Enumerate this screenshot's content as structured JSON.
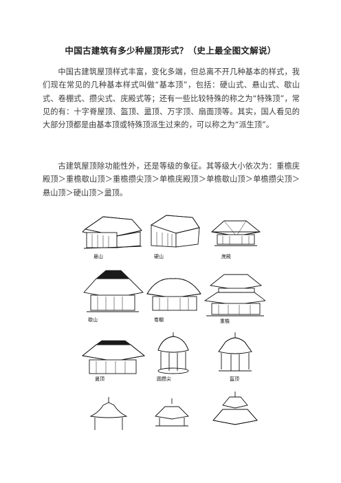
{
  "article": {
    "title": "中国古建筑有多少种屋顶形式？（史上最全图文解说）",
    "paragraph1": "中国古建筑屋顶样式丰富，变化多端，但总离不开几种基本的样式，我们现在常见的几种基本样式叫做“基本顶”，包括：硬山式、悬山式、歇山式、卷棚式、攒尖式、庑殿式等；还有一些比较特殊的称之为“特殊顶”，常见的有：十字脊屋顶、盔顶、盝顶、万字顶、扇面顶等。其实，国人看见的大部分顶都是由基本顶或特殊顶派生过来的，可以称之为“派生顶”。",
    "paragraph2": "古建筑屋顶除功能性外，还是等级的象征。其等级大小依次为：重檐庑殿顶＞重檐歇山顶＞重檐攒尖顶＞单檐庑殿顶＞单檐歇山顶＞单檐攒尖顶＞悬山顶＞硬山顶＞盝顶。"
  },
  "figure": {
    "captions": {
      "xuanshan": "悬山",
      "yingshan": "硬山",
      "wudian": "庑殿",
      "xieshan": "歇山",
      "juanpeng": "卷棚",
      "chongyan": "重檐",
      "luding": "盝顶",
      "yuanzanjian": "圆攒尖",
      "kuiding": "盔顶"
    }
  }
}
